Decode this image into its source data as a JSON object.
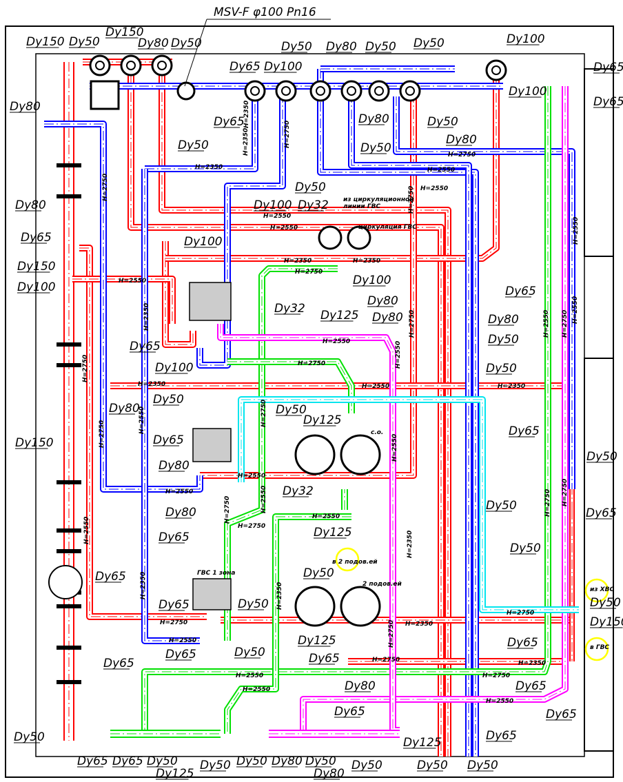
{
  "title": "MSV-F  φ100  Pn16",
  "pipe_labels": [
    "Dy150",
    "Dy50",
    "Dy150",
    "Dy80",
    "Dy50",
    "Dy50",
    "Dy80",
    "Dy50",
    "Dy50",
    "Dy100",
    "Dy65",
    "Dy100",
    "Dy65",
    "Dy80",
    "Dy65",
    "Dy65",
    "Dy100",
    "Dy50",
    "Dy80",
    "Dy50",
    "Dy50",
    "Dy80",
    "Dy50",
    "Dy100",
    "Dy32",
    "Dy80",
    "Dy100",
    "Dy65",
    "Dy150",
    "Dy100",
    "Dy100",
    "Dy80",
    "Dy32",
    "Dy125",
    "Dy80",
    "Dy65",
    "Dy80",
    "Dy50",
    "Dy65",
    "Dy50",
    "Dy100",
    "Dy50",
    "Dy50",
    "Dy125",
    "Dy80",
    "Dy65",
    "Dy150",
    "Dy65",
    "Dy50",
    "Dy80",
    "Dy32",
    "Dy50",
    "Dy80",
    "Dy65",
    "Dy125",
    "Dy65",
    "Dy50",
    "Dy65",
    "Dy50",
    "Dy65",
    "Dy125",
    "Dy50",
    "Dy50",
    "Dy65",
    "Dy65",
    "Dy50",
    "Dy65",
    "Dy65",
    "Dy150",
    "Dy80",
    "Dy65",
    "Dy65",
    "Dy65",
    "Dy50",
    "Dy125",
    "Dy65",
    "Dy65",
    "Dy65",
    "Dy50",
    "Dy125",
    "Dy50",
    "Dy50",
    "Dy80",
    "Dy50",
    "Dy80",
    "Dy50",
    "Dy50",
    "Dy50",
    "Dy50"
  ],
  "height_labels": [
    "H=2350",
    "H=2750",
    "H=2350",
    "H=2750",
    "H=2550",
    "H=2550",
    "H=2350",
    "H=2750",
    "H=2350",
    "H=2350",
    "H=2550",
    "H=2750",
    "H=2550",
    "H=2750",
    "H=2550",
    "H=2350",
    "H=2550",
    "H=2750",
    "H=2750",
    "H=2350",
    "H=2550",
    "H=2550",
    "H=2750",
    "H=2350",
    "H=2550",
    "H=2550",
    "H=2750",
    "H=2550",
    "H=2550",
    "H=2750",
    "H=2550",
    "H=2550",
    "H=2550",
    "H=2550",
    "H=2750",
    "H=2750",
    "H=2550",
    "H=2350",
    "H=2350",
    "H=2350",
    "H=2750",
    "H=2550",
    "H=2350",
    "H=2750",
    "H=2750",
    "H=2750",
    "H=2750",
    "H=2750",
    "H=2550",
    "H=2550",
    "H=2750",
    "H=2550",
    "H=2350",
    "H=2550",
    "H=2750"
  ],
  "notes": {
    "from_circ_line_1": "из циркуляционной",
    "from_circ_line_2": "линии ГВС",
    "dhw_circulation": "циркуляция ГВС",
    "so": "с.о.",
    "to_2_zones_a": "в 2 подов.ей",
    "to_2_zones_b": "2 подов.ей",
    "to_dhw_zone1": "ГВС 1 зона",
    "from_cold_water": "из ХВС",
    "to_dhw": "в ГВС"
  },
  "colors": {
    "supply": "#ff0000",
    "return": "#0000ff",
    "heating": "#00e000",
    "dhw": "#ff00ff",
    "cold": "#00e5ee",
    "marker": "#ffff00"
  }
}
